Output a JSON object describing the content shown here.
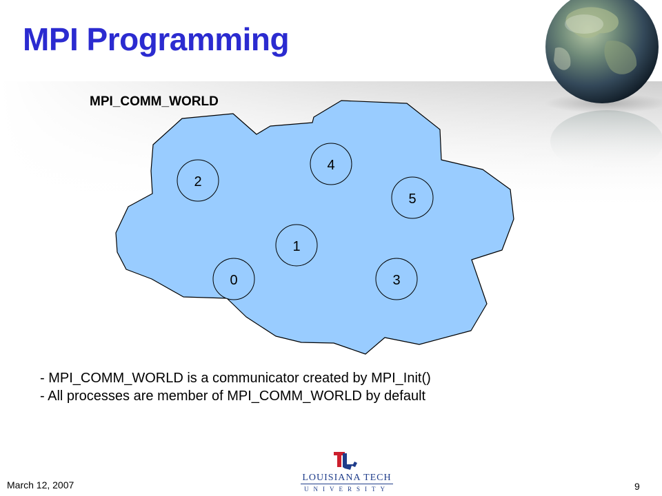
{
  "slide": {
    "title": "MPI Programming",
    "communicator_label": "MPI_COMM_WORLD",
    "processes": [
      "0",
      "1",
      "2",
      "3",
      "4",
      "5"
    ],
    "bullets": [
      "- MPI_COMM_WORLD is a communicator created by MPI_Init()",
      "- All processes are member of MPI_COMM_WORLD by default"
    ],
    "footer_date": "March 12, 2007",
    "page_number": "9",
    "logo": {
      "line1": "LOUISIANA TECH",
      "line2": "UNIVERSITY"
    }
  },
  "colors": {
    "title": "#2b2bd0",
    "cloud_fill": "#99ccff",
    "logo_red": "#cc1f2d",
    "logo_blue": "#1e3c8a"
  },
  "icons": {
    "globe": "globe-icon",
    "logo": "louisiana-tech-logo-icon"
  }
}
